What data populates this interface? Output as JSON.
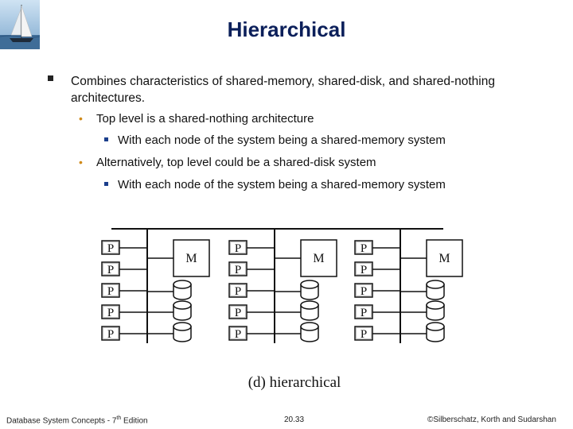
{
  "slide": {
    "title": "Hierarchical",
    "bullets": {
      "level1": "Combines characteristics of shared-memory, shared-disk, and shared-nothing architectures.",
      "level2_a": "Top level is a shared-nothing architecture",
      "level3_a": "With each node of the system being a shared-memory system",
      "level2_b": "Alternatively, top level could be a shared-disk system",
      "level3_b": "With each node of the system being a shared-memory system"
    },
    "diagram": {
      "processor_label": "P",
      "memory_label": "M",
      "caption": "(d) hierarchical"
    },
    "footer": {
      "left_pre": "Database System Concepts - 7",
      "left_sup": "th",
      "left_post": " Edition",
      "center": "20.33",
      "right": "©Silberschatz, Korth and Sudarshan"
    }
  },
  "colors": {
    "title": "#0b1f5a",
    "bullet_level2": "#d08a1a",
    "bullet_level3": "#1b3f8c"
  }
}
